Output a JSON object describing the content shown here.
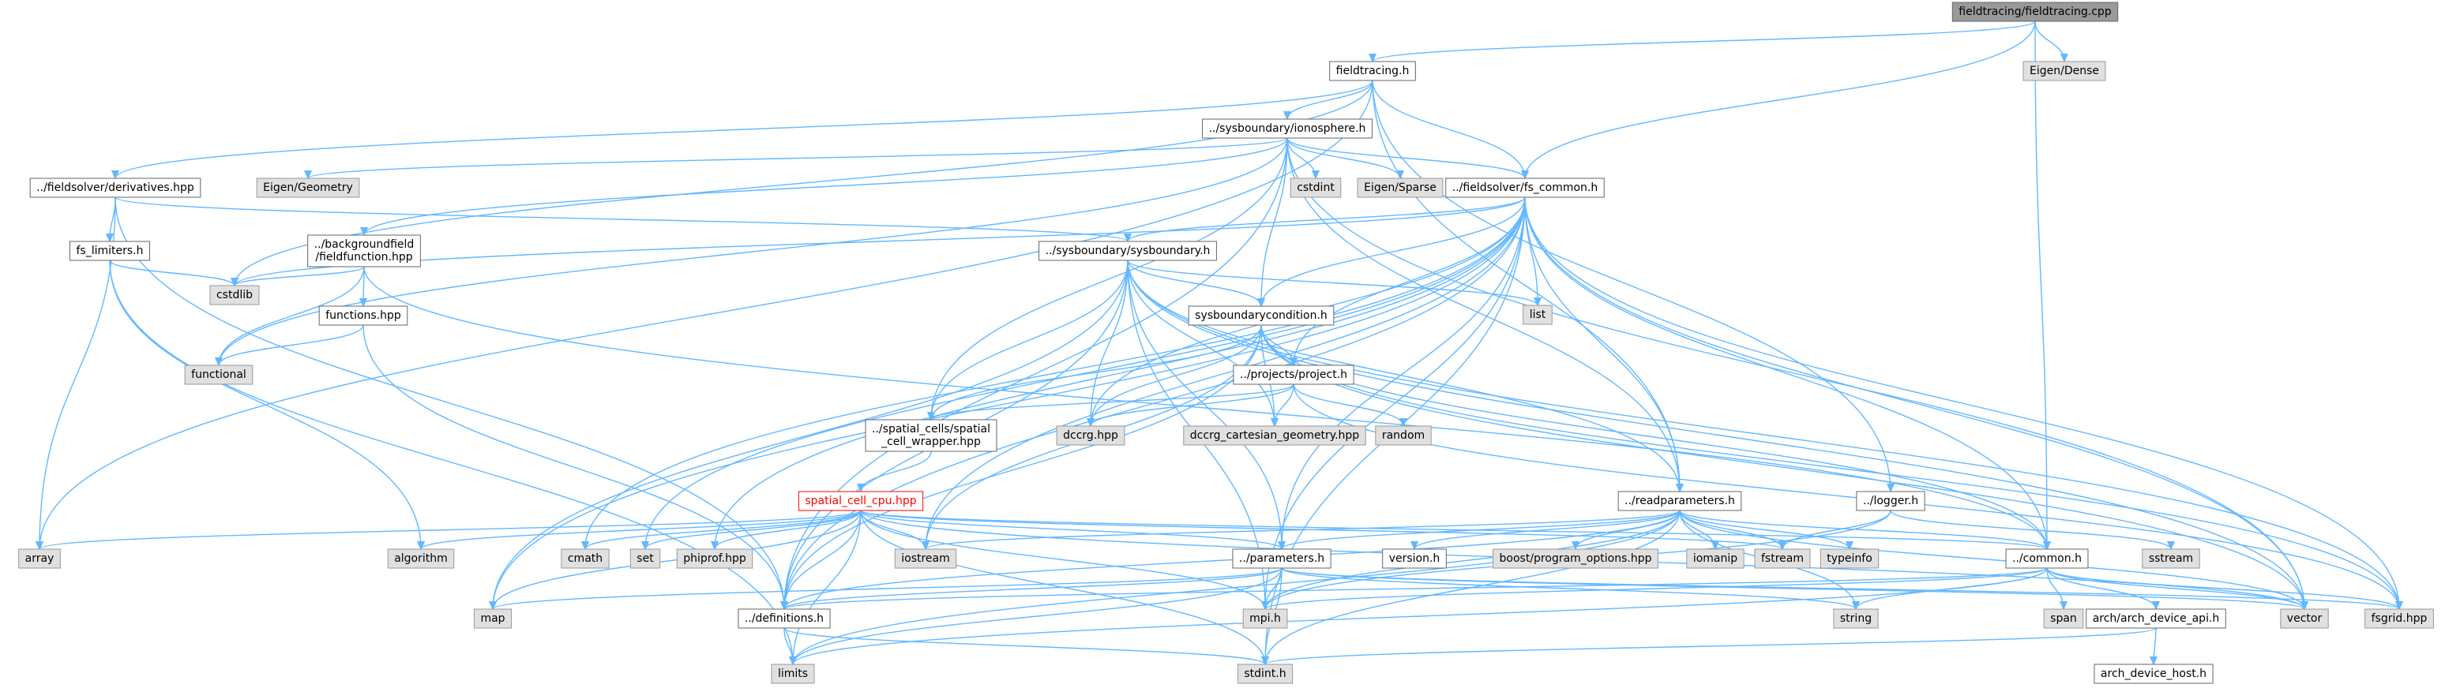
{
  "colors": {
    "edge": "#63b8ff",
    "node_fill": "#ffffff",
    "node_stroke": "#666666",
    "system_fill": "#e0e0e0",
    "system_stroke": "#999999",
    "root_fill": "#999999",
    "root_stroke": "#666666",
    "highlight_stroke": "#ff0000",
    "highlight_text": "#ff0000",
    "text": "#000000"
  },
  "nodes": [
    {
      "id": "root",
      "lines": [
        "fieldtracing/fieldtracing.cpp"
      ],
      "kind": "root"
    },
    {
      "id": "fieldtracing_h",
      "lines": [
        "fieldtracing.h"
      ],
      "kind": "file"
    },
    {
      "id": "eigen_dense",
      "lines": [
        "Eigen/Dense"
      ],
      "kind": "system"
    },
    {
      "id": "derivatives",
      "lines": [
        "../fieldsolver/derivatives.hpp"
      ],
      "kind": "file"
    },
    {
      "id": "ionosphere",
      "lines": [
        "../sysboundary/ionosphere.h"
      ],
      "kind": "file"
    },
    {
      "id": "eigen_geometry",
      "lines": [
        "Eigen/Geometry"
      ],
      "kind": "system"
    },
    {
      "id": "cstdint",
      "lines": [
        "cstdint"
      ],
      "kind": "system"
    },
    {
      "id": "eigen_sparse",
      "lines": [
        "Eigen/Sparse"
      ],
      "kind": "system"
    },
    {
      "id": "fs_common",
      "lines": [
        "../fieldsolver/fs_common.h"
      ],
      "kind": "file"
    },
    {
      "id": "fs_limiters",
      "lines": [
        "fs_limiters.h"
      ],
      "kind": "file"
    },
    {
      "id": "bgfield",
      "lines": [
        "../backgroundfield",
        "/fieldfunction.hpp"
      ],
      "kind": "file"
    },
    {
      "id": "sysboundary",
      "lines": [
        "../sysboundary/sysboundary.h"
      ],
      "kind": "file"
    },
    {
      "id": "cstdlib",
      "lines": [
        "cstdlib"
      ],
      "kind": "system"
    },
    {
      "id": "functions",
      "lines": [
        "functions.hpp"
      ],
      "kind": "file"
    },
    {
      "id": "functional",
      "lines": [
        "functional"
      ],
      "kind": "system"
    },
    {
      "id": "list",
      "lines": [
        "list"
      ],
      "kind": "system"
    },
    {
      "id": "sbc",
      "lines": [
        "sysboundarycondition.h"
      ],
      "kind": "file"
    },
    {
      "id": "project",
      "lines": [
        "../projects/project.h"
      ],
      "kind": "file"
    },
    {
      "id": "sc_wrapper",
      "lines": [
        "../spatial_cells/spatial",
        "_cell_wrapper.hpp"
      ],
      "kind": "file"
    },
    {
      "id": "dccrg",
      "lines": [
        "dccrg.hpp"
      ],
      "kind": "system"
    },
    {
      "id": "dccrg_cart",
      "lines": [
        "dccrg_cartesian_geometry.hpp"
      ],
      "kind": "system"
    },
    {
      "id": "random",
      "lines": [
        "random"
      ],
      "kind": "system"
    },
    {
      "id": "spatial_cell_cpu",
      "lines": [
        "spatial_cell_cpu.hpp"
      ],
      "kind": "highlight"
    },
    {
      "id": "readparams",
      "lines": [
        "../readparameters.h"
      ],
      "kind": "file"
    },
    {
      "id": "logger",
      "lines": [
        "../logger.h"
      ],
      "kind": "file"
    },
    {
      "id": "sstream",
      "lines": [
        "sstream"
      ],
      "kind": "system"
    },
    {
      "id": "array",
      "lines": [
        "array"
      ],
      "kind": "system"
    },
    {
      "id": "algorithm",
      "lines": [
        "algorithm"
      ],
      "kind": "system"
    },
    {
      "id": "cmath",
      "lines": [
        "cmath"
      ],
      "kind": "system"
    },
    {
      "id": "set",
      "lines": [
        "set"
      ],
      "kind": "system"
    },
    {
      "id": "phiprof",
      "lines": [
        "phiprof.hpp"
      ],
      "kind": "system"
    },
    {
      "id": "iostream",
      "lines": [
        "iostream"
      ],
      "kind": "system"
    },
    {
      "id": "parameters",
      "lines": [
        "../parameters.h"
      ],
      "kind": "file"
    },
    {
      "id": "version",
      "lines": [
        "version.h"
      ],
      "kind": "file"
    },
    {
      "id": "boost_po",
      "lines": [
        "boost/program_options.hpp"
      ],
      "kind": "system"
    },
    {
      "id": "iomanip",
      "lines": [
        "iomanip"
      ],
      "kind": "system"
    },
    {
      "id": "fstream",
      "lines": [
        "fstream"
      ],
      "kind": "system"
    },
    {
      "id": "typeinfo",
      "lines": [
        "typeinfo"
      ],
      "kind": "system"
    },
    {
      "id": "common",
      "lines": [
        "../common.h"
      ],
      "kind": "file"
    },
    {
      "id": "map",
      "lines": [
        "map"
      ],
      "kind": "system"
    },
    {
      "id": "definitions",
      "lines": [
        "../definitions.h"
      ],
      "kind": "file"
    },
    {
      "id": "mpi",
      "lines": [
        "mpi.h"
      ],
      "kind": "system"
    },
    {
      "id": "string",
      "lines": [
        "string"
      ],
      "kind": "system"
    },
    {
      "id": "span",
      "lines": [
        "span"
      ],
      "kind": "system"
    },
    {
      "id": "arch_api",
      "lines": [
        "arch/arch_device_api.h"
      ],
      "kind": "file"
    },
    {
      "id": "vector",
      "lines": [
        "vector"
      ],
      "kind": "system"
    },
    {
      "id": "fsgrid",
      "lines": [
        "fsgrid.hpp"
      ],
      "kind": "system"
    },
    {
      "id": "limits",
      "lines": [
        "limits"
      ],
      "kind": "system"
    },
    {
      "id": "stdint",
      "lines": [
        "stdint.h"
      ],
      "kind": "system"
    },
    {
      "id": "arch_host",
      "lines": [
        "arch_device_host.h"
      ],
      "kind": "file"
    }
  ],
  "edges": [
    [
      "root",
      "fieldtracing_h"
    ],
    [
      "root",
      "eigen_dense"
    ],
    [
      "root",
      "fs_common"
    ],
    [
      "root",
      "common"
    ],
    [
      "fieldtracing_h",
      "derivatives"
    ],
    [
      "fieldtracing_h",
      "ionosphere"
    ],
    [
      "fieldtracing_h",
      "fs_common"
    ],
    [
      "fieldtracing_h",
      "logger"
    ],
    [
      "fieldtracing_h",
      "array"
    ],
    [
      "fieldtracing_h",
      "cstdlib"
    ],
    [
      "fieldtracing_h",
      "readparams"
    ],
    [
      "derivatives",
      "fs_limiters"
    ],
    [
      "derivatives",
      "sysboundary"
    ],
    [
      "derivatives",
      "array"
    ],
    [
      "derivatives",
      "definitions"
    ],
    [
      "ionosphere",
      "eigen_geometry"
    ],
    [
      "ionosphere",
      "cstdint"
    ],
    [
      "ionosphere",
      "eigen_sparse"
    ],
    [
      "ionosphere",
      "fs_common"
    ],
    [
      "ionosphere",
      "bgfield"
    ],
    [
      "ionosphere",
      "sbc"
    ],
    [
      "ionosphere",
      "sc_wrapper"
    ],
    [
      "ionosphere",
      "readparams"
    ],
    [
      "ionosphere",
      "functional"
    ],
    [
      "ionosphere",
      "vector"
    ],
    [
      "ionosphere",
      "definitions"
    ],
    [
      "fs_common",
      "sysboundary"
    ],
    [
      "fs_common",
      "sbc"
    ],
    [
      "fs_common",
      "list"
    ],
    [
      "fs_common",
      "project"
    ],
    [
      "fs_common",
      "cstdlib"
    ],
    [
      "fs_common",
      "cmath"
    ],
    [
      "fs_common",
      "set"
    ],
    [
      "fs_common",
      "phiprof"
    ],
    [
      "fs_common",
      "iostream"
    ],
    [
      "fs_common",
      "common"
    ],
    [
      "fs_common",
      "vector"
    ],
    [
      "fs_common",
      "fsgrid"
    ],
    [
      "fs_common",
      "stdint"
    ],
    [
      "fs_common",
      "map"
    ],
    [
      "fs_common",
      "definitions"
    ],
    [
      "fs_common",
      "readparams"
    ],
    [
      "fs_common",
      "parameters"
    ],
    [
      "fs_common",
      "mpi"
    ],
    [
      "fs_common",
      "dccrg"
    ],
    [
      "fs_limiters",
      "cstdlib"
    ],
    [
      "fs_limiters",
      "algorithm"
    ],
    [
      "fs_limiters",
      "limits"
    ],
    [
      "bgfield",
      "cstdlib"
    ],
    [
      "bgfield",
      "functions"
    ],
    [
      "bgfield",
      "functional"
    ],
    [
      "bgfield",
      "common"
    ],
    [
      "functions",
      "functional"
    ],
    [
      "functions",
      "definitions"
    ],
    [
      "sysboundary",
      "sbc"
    ],
    [
      "sysboundary",
      "list"
    ],
    [
      "sysboundary",
      "dccrg"
    ],
    [
      "sysboundary",
      "dccrg_cart"
    ],
    [
      "sysboundary",
      "sc_wrapper"
    ],
    [
      "sysboundary",
      "readparams"
    ],
    [
      "sysboundary",
      "map"
    ],
    [
      "sysboundary",
      "definitions"
    ],
    [
      "sysboundary",
      "parameters"
    ],
    [
      "sysboundary",
      "vector"
    ],
    [
      "sysboundary",
      "mpi"
    ],
    [
      "sysboundary",
      "fsgrid"
    ],
    [
      "sbc",
      "project"
    ],
    [
      "sbc",
      "sc_wrapper"
    ],
    [
      "sbc",
      "dccrg"
    ],
    [
      "sbc",
      "dccrg_cart"
    ],
    [
      "sbc",
      "iostream"
    ],
    [
      "sbc",
      "definitions"
    ],
    [
      "sbc",
      "common"
    ],
    [
      "sbc",
      "vector"
    ],
    [
      "sbc",
      "fsgrid"
    ],
    [
      "project",
      "sc_wrapper"
    ],
    [
      "project",
      "dccrg"
    ],
    [
      "project",
      "dccrg_cart"
    ],
    [
      "project",
      "random"
    ],
    [
      "project",
      "fsgrid"
    ],
    [
      "sc_wrapper",
      "spatial_cell_cpu"
    ],
    [
      "spatial_cell_cpu",
      "array"
    ],
    [
      "spatial_cell_cpu",
      "algorithm"
    ],
    [
      "spatial_cell_cpu",
      "cmath"
    ],
    [
      "spatial_cell_cpu",
      "set"
    ],
    [
      "spatial_cell_cpu",
      "phiprof"
    ],
    [
      "spatial_cell_cpu",
      "iostream"
    ],
    [
      "spatial_cell_cpu",
      "parameters"
    ],
    [
      "spatial_cell_cpu",
      "fstream"
    ],
    [
      "spatial_cell_cpu",
      "common"
    ],
    [
      "spatial_cell_cpu",
      "map"
    ],
    [
      "spatial_cell_cpu",
      "definitions"
    ],
    [
      "spatial_cell_cpu",
      "mpi"
    ],
    [
      "spatial_cell_cpu",
      "limits"
    ],
    [
      "spatial_cell_cpu",
      "stdint"
    ],
    [
      "spatial_cell_cpu",
      "vector"
    ],
    [
      "readparams",
      "version"
    ],
    [
      "readparams",
      "boost_po"
    ],
    [
      "readparams",
      "iomanip"
    ],
    [
      "readparams",
      "fstream"
    ],
    [
      "readparams",
      "typeinfo"
    ],
    [
      "readparams",
      "common"
    ],
    [
      "readparams",
      "parameters"
    ],
    [
      "readparams",
      "iostream"
    ],
    [
      "readparams",
      "definitions"
    ],
    [
      "readparams",
      "mpi"
    ],
    [
      "readparams",
      "string"
    ],
    [
      "readparams",
      "vector"
    ],
    [
      "readparams",
      "limits"
    ],
    [
      "readparams",
      "stdint"
    ],
    [
      "logger",
      "sstream"
    ],
    [
      "logger",
      "fstream"
    ],
    [
      "logger",
      "mpi"
    ],
    [
      "parameters",
      "map"
    ],
    [
      "parameters",
      "definitions"
    ],
    [
      "parameters",
      "mpi"
    ],
    [
      "parameters",
      "string"
    ],
    [
      "parameters",
      "vector"
    ],
    [
      "parameters",
      "fsgrid"
    ],
    [
      "parameters",
      "limits"
    ],
    [
      "parameters",
      "stdint"
    ],
    [
      "common",
      "definitions"
    ],
    [
      "common",
      "mpi"
    ],
    [
      "common",
      "string"
    ],
    [
      "common",
      "span"
    ],
    [
      "common",
      "arch_api"
    ],
    [
      "common",
      "vector"
    ],
    [
      "common",
      "fsgrid"
    ],
    [
      "common",
      "limits"
    ],
    [
      "definitions",
      "limits"
    ],
    [
      "definitions",
      "stdint"
    ],
    [
      "arch_api",
      "stdint"
    ],
    [
      "arch_api",
      "arch_host"
    ]
  ]
}
